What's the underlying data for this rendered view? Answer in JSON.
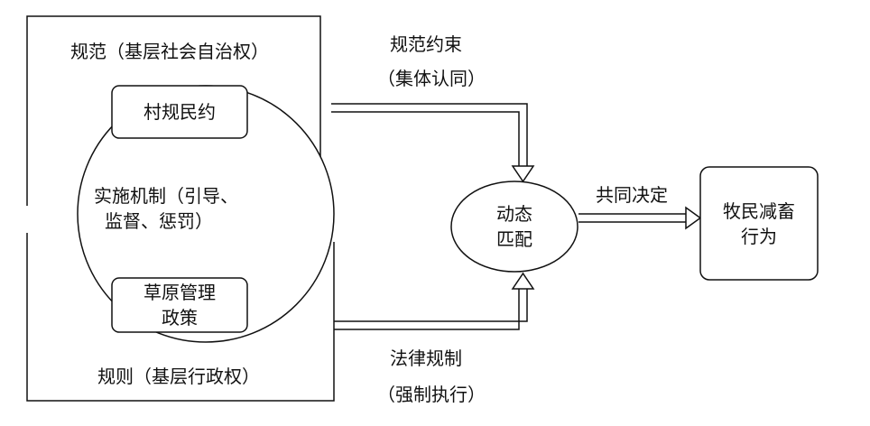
{
  "diagram": {
    "norm_frame_label": "规范（基层社会自治权）",
    "rule_frame_label": "规则（基层行政权）",
    "village_rules": "村规民约",
    "mechanism_line1": "实施机制（引导、",
    "mechanism_line2": "监督、惩罚）",
    "grassland_line1": "草原管理",
    "grassland_line2": "政策",
    "norm_constraint": "规范约束",
    "collective_identity": "（集体认同）",
    "legal_regulation": "法律规制",
    "enforcement": "（强制执行）",
    "dynamic_line1": "动态",
    "dynamic_line2": "匹配",
    "joint_decision": "共同决定",
    "behavior_line1": "牧民减畜",
    "behavior_line2": "行为"
  }
}
